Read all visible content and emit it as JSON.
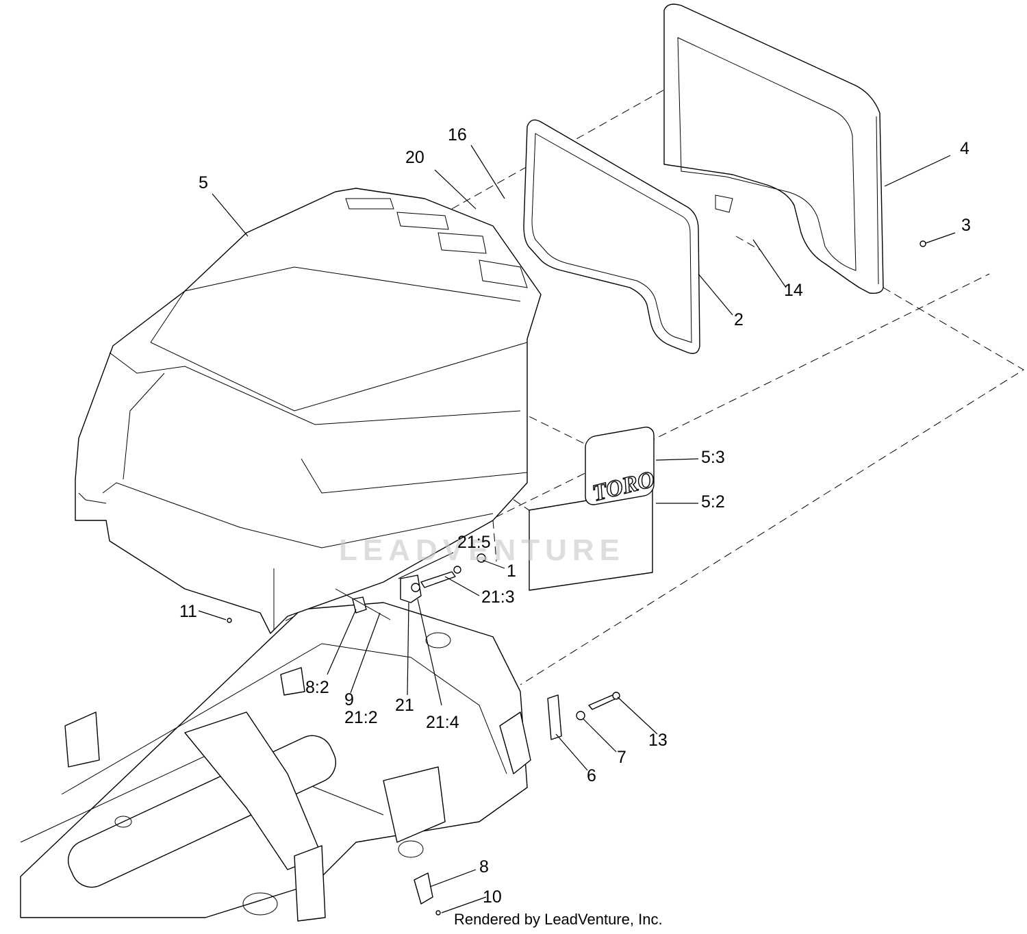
{
  "diagram": {
    "callouts": [
      {
        "id": "c-16",
        "text": "16"
      },
      {
        "id": "c-20",
        "text": "20"
      },
      {
        "id": "c-5",
        "text": "5"
      },
      {
        "id": "c-4",
        "text": "4"
      },
      {
        "id": "c-3",
        "text": "3"
      },
      {
        "id": "c-14",
        "text": "14"
      },
      {
        "id": "c-2",
        "text": "2"
      },
      {
        "id": "c-5-3",
        "text": "5:3"
      },
      {
        "id": "c-5-2",
        "text": "5:2"
      },
      {
        "id": "c-21-5",
        "text": "21:5"
      },
      {
        "id": "c-1",
        "text": "1"
      },
      {
        "id": "c-21-3",
        "text": "21:3"
      },
      {
        "id": "c-11",
        "text": "11"
      },
      {
        "id": "c-8-2",
        "text": "8:2"
      },
      {
        "id": "c-9",
        "text": "9"
      },
      {
        "id": "c-21-2",
        "text": "21:2"
      },
      {
        "id": "c-21",
        "text": "21"
      },
      {
        "id": "c-21-4",
        "text": "21:4"
      },
      {
        "id": "c-13",
        "text": "13"
      },
      {
        "id": "c-7",
        "text": "7"
      },
      {
        "id": "c-6",
        "text": "6"
      },
      {
        "id": "c-8",
        "text": "8"
      },
      {
        "id": "c-10",
        "text": "10"
      }
    ],
    "logo_text": "TORO",
    "watermark": "LEADVENTURE",
    "footer": "Rendered by LeadVenture, Inc."
  }
}
